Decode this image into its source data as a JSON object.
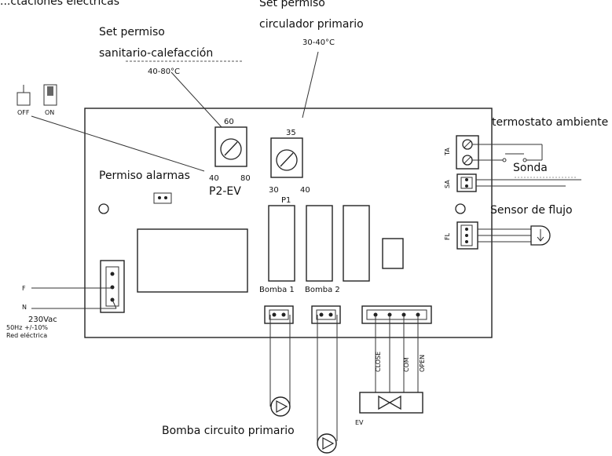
{
  "header": {
    "title_fragment": "...ctaciones eléctricas"
  },
  "labels": {
    "set_permiso_sanitario_line1": "Set permiso",
    "set_permiso_sanitario_line2": "sanitario-calefacción",
    "sanitario_range": "40-80°C",
    "set_permiso_circulador_line1": "Set permiso",
    "set_permiso_circulador_line2": "circulador primario",
    "circulador_range": "30-40°C",
    "termostato_ambiente": "termostato ambiente",
    "sonda": "Sonda",
    "sensor_de_flujo": "Sensor de flujo",
    "permiso_alarmas": "Permiso alarmas",
    "bomba_1": "Bomba 1",
    "bomba_2": "Bomba 2",
    "bomba_circuito_primario": "Bomba circuito primario",
    "red_electrica_voltage": "230Vac",
    "red_electrica_freq": "50Hz +/-10%",
    "red_electrica": "Red eléctrica",
    "ev": "EV"
  },
  "switch": {
    "off": "OFF",
    "on": "ON"
  },
  "dial_p2": {
    "top": "60",
    "left": "40",
    "right": "80",
    "name": "P2-EV"
  },
  "dial_p1": {
    "top": "35",
    "left": "30",
    "right": "40",
    "name": "P1"
  },
  "connectors": {
    "ta": "TA",
    "sa": "SA",
    "fl": "FL",
    "f": "F",
    "n": "N",
    "close": "CLOSE",
    "com": "COM",
    "open": "OPEN"
  }
}
